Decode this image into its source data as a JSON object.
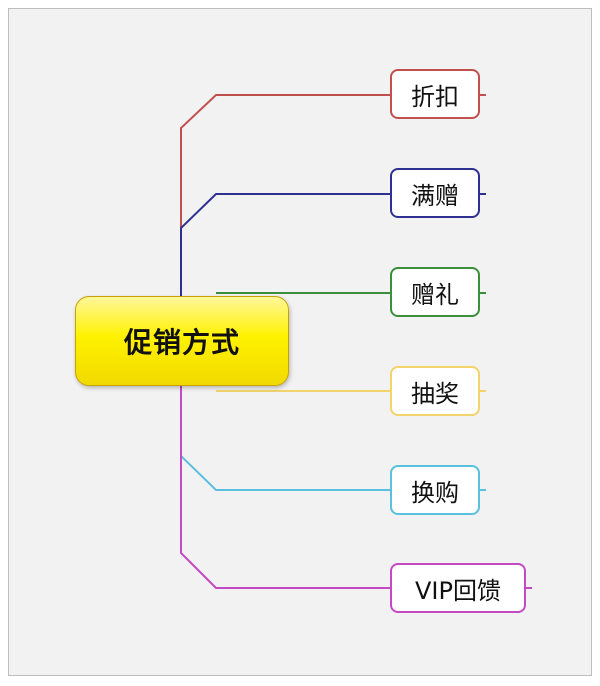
{
  "diagram": {
    "root": {
      "label": "促销方式",
      "color": "#fff200"
    },
    "branches": [
      {
        "id": "discount",
        "label": "折扣",
        "color": "#c0504d"
      },
      {
        "id": "fullgift",
        "label": "满赠",
        "color": "#2e3192"
      },
      {
        "id": "gift",
        "label": "赠礼",
        "color": "#3a8f3a"
      },
      {
        "id": "lottery",
        "label": "抽奖",
        "color": "#f2d46b"
      },
      {
        "id": "exchange",
        "label": "换购",
        "color": "#5bc0de"
      },
      {
        "id": "vip",
        "label": "VIP回馈",
        "color": "#c44ac4"
      }
    ]
  }
}
